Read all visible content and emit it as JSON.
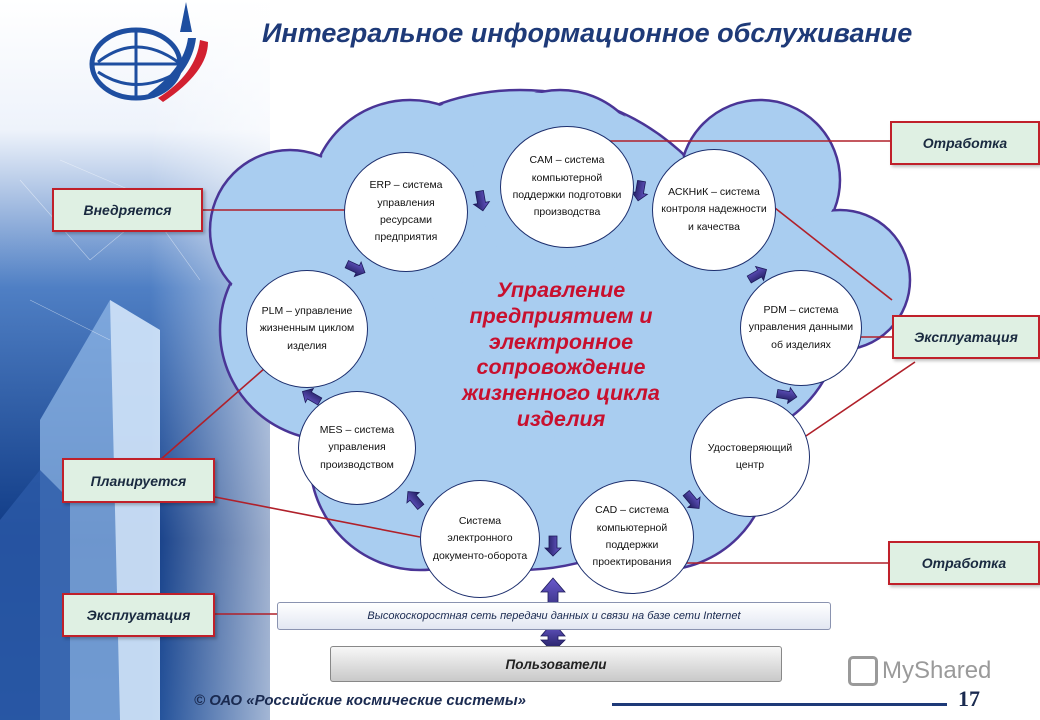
{
  "title": "Интегральное информационное обслуживание",
  "center_text": "Управление предприятием и электронное сопровождение жизненного цикла изделия",
  "systems": [
    {
      "id": "cam",
      "text": "CAM – система компьютерной поддержки подготовки производства"
    },
    {
      "id": "askniк",
      "text": "АСКНиК – система контроля надежности и качества"
    },
    {
      "id": "pdm",
      "text": "PDM – система управления данными об изделиях"
    },
    {
      "id": "uc",
      "text": "Удостоверяющий центр"
    },
    {
      "id": "cad",
      "text": "CAD – система компьютерной поддержки проектирования"
    },
    {
      "id": "edo",
      "text": "Система электронного документо-оборота"
    },
    {
      "id": "mes",
      "text": "MES – система управления производством"
    },
    {
      "id": "plm",
      "text": "PLM – управление жизненным циклом изделия"
    },
    {
      "id": "erp",
      "text": "ERP – система управления ресурсами предприятия"
    }
  ],
  "labels": {
    "otrabotka_top": "Отработка",
    "vnedryaetsya": "Внедряется",
    "ekspluatatsiya_right": "Эксплуатация",
    "planiruetsya": "Планируется",
    "otrabotka_bottom": "Отработка",
    "ekspluatatsiya_left": "Эксплуатация"
  },
  "network": "Высокоскоростная сеть передачи данных и связи на базе сети Internet",
  "users": "Пользователи",
  "footer": "© ОАО «Российские космические системы»",
  "page_number": "17",
  "watermark": "MyShared",
  "colors": {
    "cloud": "#a9cdf0",
    "cloud_border": "#5a3aa0",
    "accent_red": "#c0202a",
    "title_blue": "#1e3a78",
    "label_bg": "#dff0e3"
  }
}
